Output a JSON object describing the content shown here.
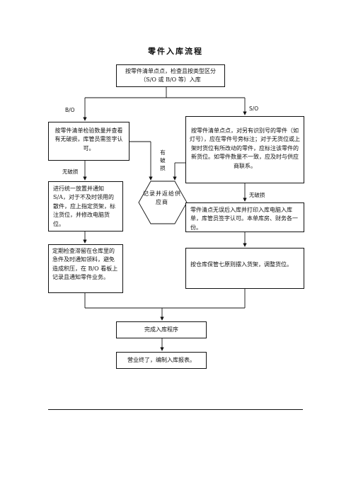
{
  "title": "零件入库流程",
  "nodes": {
    "start": "按零件清单点点，检查且按类型区分（S/O 或 B/O 等）入库",
    "bo_check": "按零件清单检验数量并查看有无破损，库管员需签字认可。",
    "so_check": "按零件清单点点，对另有识别号的零件（如灯号），应在零件号旁标注；对于无货位或上架时货位有所改动的零件，应标注该零件的新货位。如零件数量不一致，应及时与供应商联系。",
    "bo_unify": "进行统一放置并通知 S/A，对于不及时领用的散件，应上指定货架，标注货位，并修改电脑货位。",
    "record_return": "记录并返给供应商",
    "so_print": "零件清点无误后入库并打印入库电脑入库单，库管员签字认可。本单库房、财务各一份。",
    "bo_periodic": "定期检查滞留在仓库里的急件及时通知领料，避免造成积压，在 B/O 看板上记录且通知零件业务。",
    "so_shelve": "按仓库保管七原则摆入货架，调整货位。",
    "complete": "完成入库程序",
    "end": "营业终了，编制入库报表。"
  },
  "labels": {
    "bo": "B/O",
    "so": "S/O",
    "bo_no_damage": "无破损",
    "damaged": "有破损",
    "so_no_damage": "无破损"
  }
}
